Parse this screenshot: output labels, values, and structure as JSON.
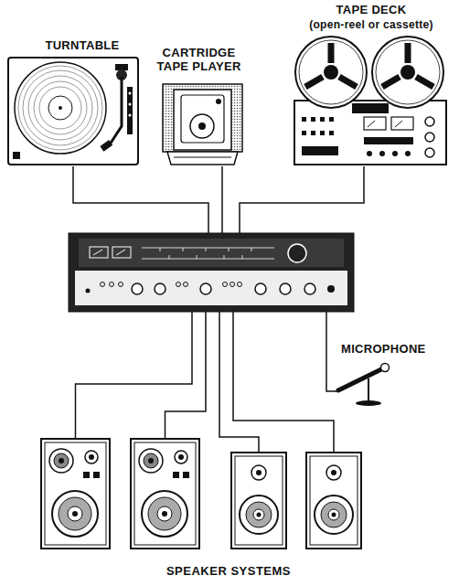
{
  "diagram": {
    "nodes": [
      {
        "text": [
          "TURNTABLE"
        ]
      },
      {
        "text": [
          "CARTRIDGE TAPE PLAYER"
        ]
      },
      {
        "text": [
          "TAPE DECK",
          "(open-reel or cassette)"
        ]
      },
      {
        "text": []
      },
      {
        "text": [
          "MICROPHONE"
        ]
      },
      {
        "text": []
      },
      {
        "text": []
      },
      {
        "text": []
      },
      {
        "text": []
      }
    ],
    "edges": [
      {
        "from": 0,
        "to": 3,
        "arrow": "none"
      },
      {
        "from": 1,
        "to": 3,
        "arrow": "none"
      },
      {
        "from": 2,
        "to": 3,
        "arrow": "none"
      },
      {
        "from": 3,
        "to": 4,
        "arrow": "none"
      },
      {
        "from": 3,
        "to": 5,
        "arrow": "none"
      },
      {
        "from": 3,
        "to": 6,
        "arrow": "none"
      },
      {
        "from": 3,
        "to": 7,
        "arrow": "none"
      },
      {
        "from": 3,
        "to": 8,
        "arrow": "none"
      }
    ],
    "labels": [
      "SPEAKER SYSTEMS"
    ]
  }
}
